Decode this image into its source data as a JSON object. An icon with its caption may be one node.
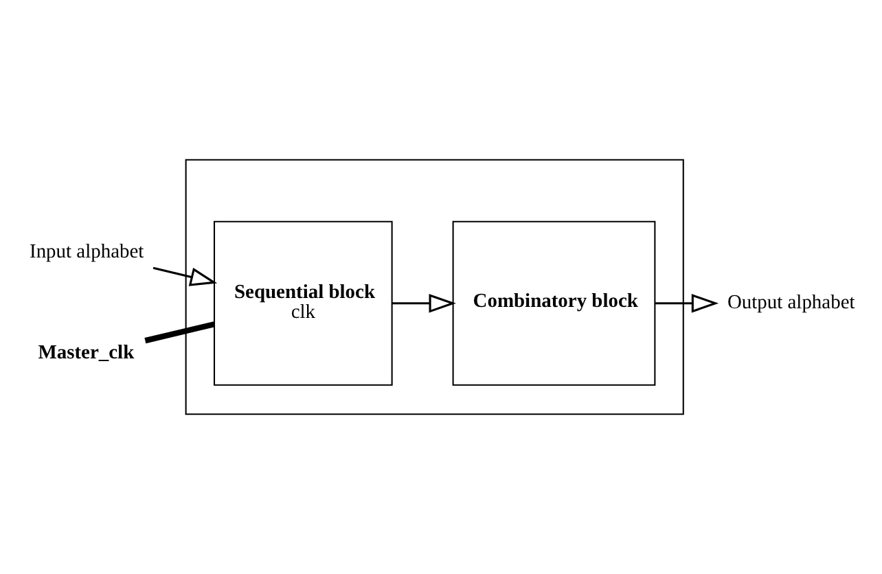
{
  "diagram": {
    "nodes": [
      {
        "text": [],
        "shape": "box"
      },
      {
        "text": [
          "Input alphabet"
        ]
      },
      {
        "text": [
          "Sequential block",
          "clk"
        ],
        "in": 0
      },
      {
        "text": [
          "Combinatory block"
        ],
        "in": 0
      },
      {
        "text": [
          "Output alphabet"
        ]
      },
      {
        "text": [
          "Master_clk"
        ]
      }
    ],
    "edges": [
      {
        "from": 1,
        "to": 2,
        "arrow": "to"
      },
      {
        "from": 2,
        "to": 3,
        "arrow": "to"
      },
      {
        "from": 3,
        "to": 4,
        "arrow": "to"
      },
      {
        "from": 5,
        "to": 2,
        "arrow": "none",
        "style": "thick"
      }
    ]
  }
}
